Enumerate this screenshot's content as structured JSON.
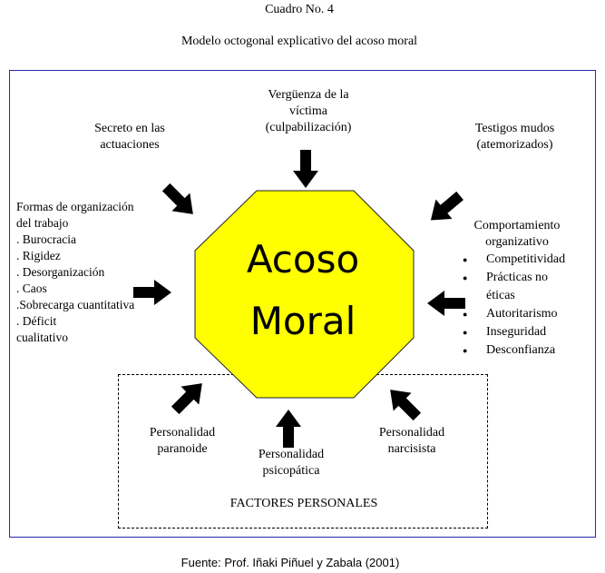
{
  "heading": "Cuadro No. 4",
  "subheading": "Modelo octogonal explicativo del acoso moral",
  "center": {
    "line1": "Acoso",
    "line2": "Moral",
    "color": "#ffff00"
  },
  "factors": {
    "top": {
      "line1": "Vergüenza de la",
      "line2": "víctima",
      "line3": "(culpabilización)"
    },
    "top_left": {
      "line1": "Secreto en las",
      "line2": "actuaciones"
    },
    "top_right": {
      "line1": "Testigos mudos",
      "line2": "(atemorizados)"
    },
    "left": {
      "title1": "Formas de organización",
      "title2": "del trabajo",
      "items": [
        ". Burocracia",
        ". Rigidez",
        ". Desorganización",
        ". Caos",
        ".Sobrecarga cuantitativa",
        ". Déficit",
        "cualitativo"
      ]
    },
    "right": {
      "title1": "Comportamiento",
      "title2": "organizativo",
      "items": [
        "Competitividad",
        "Prácticas no",
        "éticas",
        "Autoritarismo",
        "Inseguridad",
        "Desconfianza"
      ]
    },
    "bottom_left": {
      "line1": "Personalidad",
      "line2": "paranoide"
    },
    "bottom": {
      "line1": "Personalidad",
      "line2": "psicopática"
    },
    "bottom_right": {
      "line1": "Personalidad",
      "line2": "narcisista"
    },
    "personal_label": "FACTORES PERSONALES"
  },
  "source": "Fuente: Prof. Iñaki Piñuel y Zabala (2001)"
}
